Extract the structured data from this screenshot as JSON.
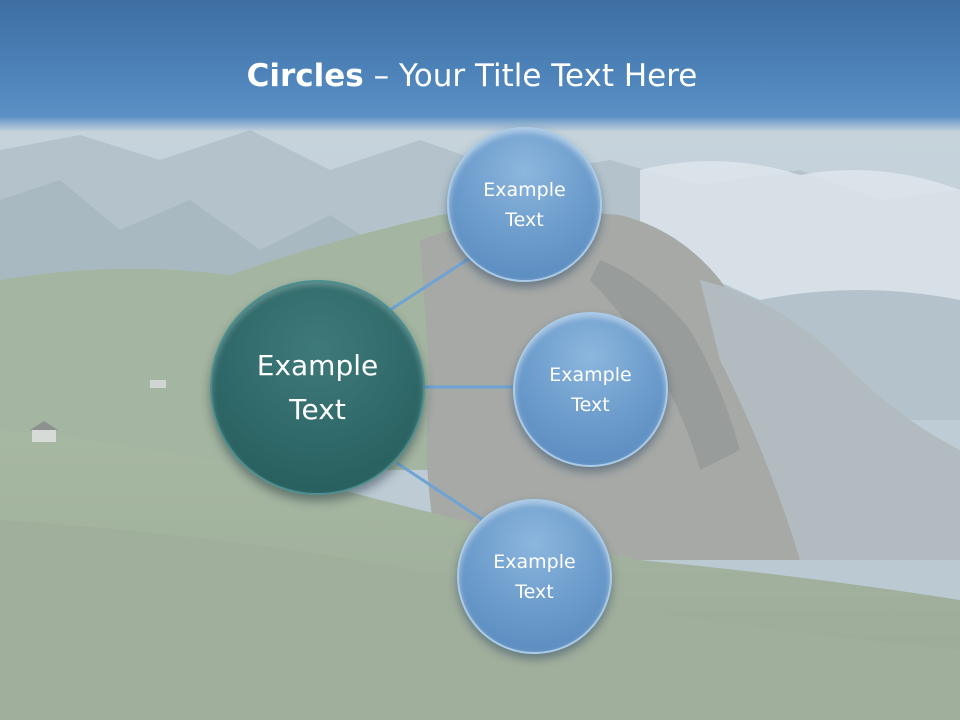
{
  "slide": {
    "title_bold": "Circles",
    "title_rest": " – Your Title Text Here"
  },
  "diagram": {
    "center": {
      "label": "Example Text",
      "color": "#2f6868"
    },
    "nodes": [
      {
        "label": "Example Text",
        "color": "#6c9ccc"
      },
      {
        "label": "Example Text",
        "color": "#6c9ccc"
      },
      {
        "label": "Example Text",
        "color": "#6c9ccc"
      }
    ],
    "connector_color": "#6fa3d6"
  },
  "background": {
    "description_colors": {
      "sky_band": "#4d83b9",
      "mountains": "#aab9c2",
      "grass": "#9fb09a"
    }
  }
}
